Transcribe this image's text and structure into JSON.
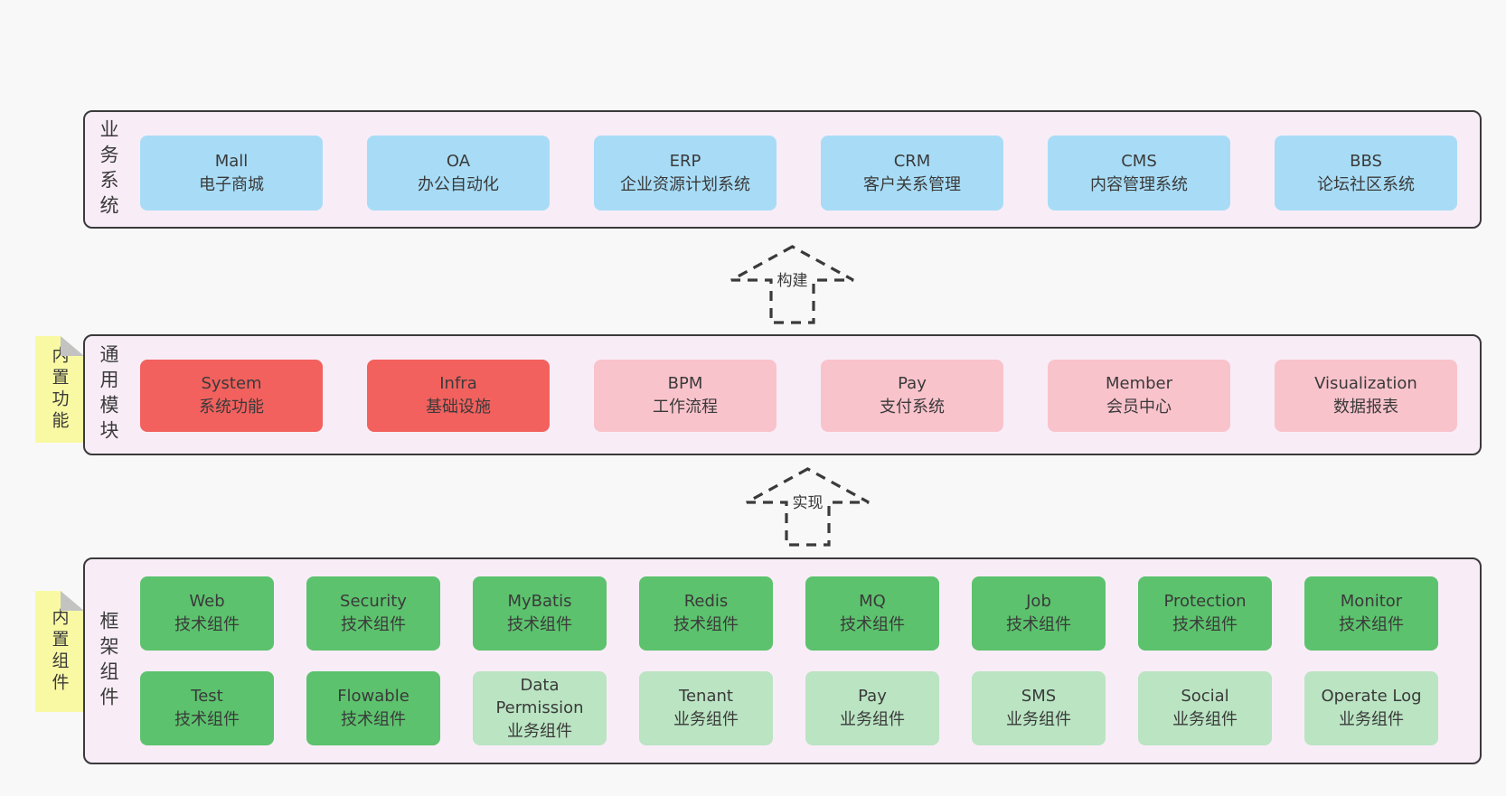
{
  "colors": {
    "page_bg": "#f8f8f8",
    "panel_bg": "#f8edf7",
    "panel_border": "#3a3a3a",
    "blue": "#a8dcf6",
    "red": "#f2615e",
    "pink": "#f9c3cc",
    "green_dark": "#5cc26d",
    "green_light": "#bae4c2",
    "tab_yellow": "#f9f9a3",
    "fold_gray": "#c3c3c3",
    "text": "#3a3a3a",
    "arrow_stroke": "#3a3a3a"
  },
  "sections": {
    "business": {
      "label": "业务系统",
      "boxes": [
        {
          "name": "Mall",
          "desc": "电子商城",
          "type": "blue"
        },
        {
          "name": "OA",
          "desc": "办公自动化",
          "type": "blue"
        },
        {
          "name": "ERP",
          "desc": "企业资源计划系统",
          "type": "blue"
        },
        {
          "name": "CRM",
          "desc": "客户关系管理",
          "type": "blue"
        },
        {
          "name": "CMS",
          "desc": "内容管理系统",
          "type": "blue"
        },
        {
          "name": "BBS",
          "desc": "论坛社区系统",
          "type": "blue"
        }
      ]
    },
    "modules": {
      "label": "通用模块",
      "tab": "内置功能",
      "boxes": [
        {
          "name": "System",
          "desc": "系统功能",
          "type": "red"
        },
        {
          "name": "Infra",
          "desc": "基础设施",
          "type": "red"
        },
        {
          "name": "BPM",
          "desc": "工作流程",
          "type": "pink"
        },
        {
          "name": "Pay",
          "desc": "支付系统",
          "type": "pink"
        },
        {
          "name": "Member",
          "desc": "会员中心",
          "type": "pink"
        },
        {
          "name": "Visualization",
          "desc": "数据报表",
          "type": "pink"
        }
      ]
    },
    "framework": {
      "label": "框架组件",
      "tab": "内置组件",
      "rows": [
        [
          {
            "name": "Web",
            "desc": "技术组件",
            "type": "green_dark"
          },
          {
            "name": "Security",
            "desc": "技术组件",
            "type": "green_dark"
          },
          {
            "name": "MyBatis",
            "desc": "技术组件",
            "type": "green_dark"
          },
          {
            "name": "Redis",
            "desc": "技术组件",
            "type": "green_dark"
          },
          {
            "name": "MQ",
            "desc": "技术组件",
            "type": "green_dark"
          },
          {
            "name": "Job",
            "desc": "技术组件",
            "type": "green_dark"
          },
          {
            "name": "Protection",
            "desc": "技术组件",
            "type": "green_dark"
          },
          {
            "name": "Monitor",
            "desc": "技术组件",
            "type": "green_dark"
          }
        ],
        [
          {
            "name": "Test",
            "desc": "技术组件",
            "type": "green_dark"
          },
          {
            "name": "Flowable",
            "desc": "技术组件",
            "type": "green_dark"
          },
          {
            "name": "Data Permission",
            "desc": "业务组件",
            "type": "green_light"
          },
          {
            "name": "Tenant",
            "desc": "业务组件",
            "type": "green_light"
          },
          {
            "name": "Pay",
            "desc": "业务组件",
            "type": "green_light"
          },
          {
            "name": "SMS",
            "desc": "业务组件",
            "type": "green_light"
          },
          {
            "name": "Social",
            "desc": "业务组件",
            "type": "green_light"
          },
          {
            "name": "Operate Log",
            "desc": "业务组件",
            "type": "green_light"
          }
        ]
      ]
    }
  },
  "arrows": [
    {
      "label": "构建"
    },
    {
      "label": "实现"
    }
  ]
}
